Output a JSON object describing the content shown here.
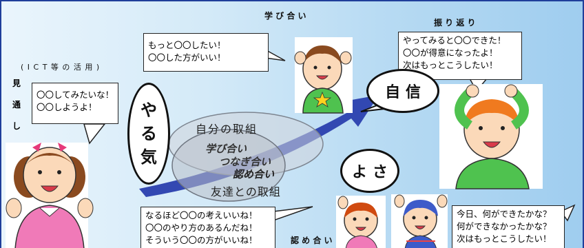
{
  "labels": {
    "manabiai_top": "学 び 合 い",
    "furikaeri": "振 り 返 り",
    "ict": "( I C T 等 の 活 用 )",
    "mitooshi": [
      "見",
      "通",
      "し"
    ],
    "mitomeai_bottom": "認 め 合 い"
  },
  "ovals": {
    "yaruki": [
      "や",
      "る",
      "気"
    ],
    "jishin": "自 信",
    "yosa": "よ さ"
  },
  "center": {
    "jibun": "自分の取組",
    "manabiai": "学び合い",
    "tsunagiai": "つなぎ合い",
    "mitomeai": "認め合い",
    "tomodachi": "友達との取組"
  },
  "bubbles": {
    "top": [
      "もっと〇〇したい！",
      "〇〇した方がいい！"
    ],
    "left": [
      "〇〇してみたいな！",
      "〇〇しようよ！"
    ],
    "right_top": [
      "やってみると〇〇できた！",
      "〇〇が得意になったよ！",
      "次はもっとこうしたい！"
    ],
    "bottom": [
      "なるほど〇〇の考えいいね！",
      "〇〇のやり方のあるんだね！",
      "そういう〇〇の方がいいね！"
    ],
    "right_bottom": [
      "今日、何ができたかな？",
      "何ができなかったかな？",
      "次はもっとこうしたい！"
    ]
  },
  "colors": {
    "arrow": "#2a3fae",
    "frame": "#1f3e9a",
    "girl_shirt": "#f07ab8",
    "boy_shirt": "#4fc24f",
    "skin": "#fbd9b9"
  }
}
